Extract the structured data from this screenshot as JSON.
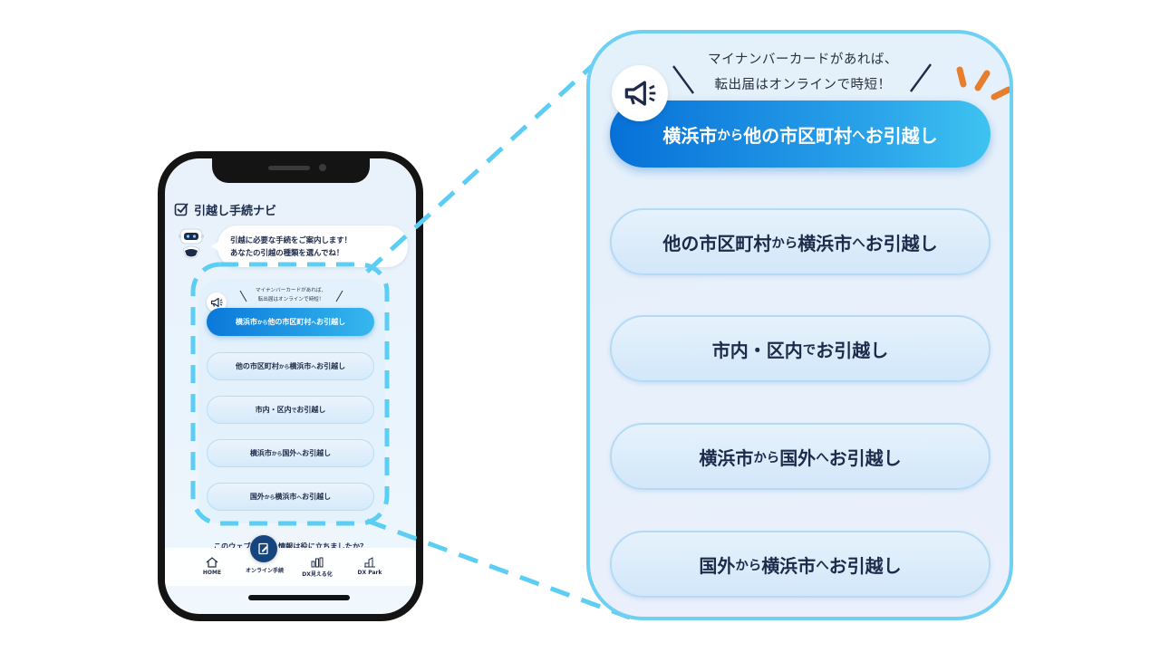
{
  "app": {
    "title": "引越し手続ナビ",
    "guide_line1": "引越に必要な手続をご案内します！",
    "guide_line2": "あなたの引越の種類を選んでね！"
  },
  "notice": {
    "line1": "マイナンバーカードがあれば、",
    "line2": "転出届はオンラインで時短！"
  },
  "options": [
    {
      "part1": "横浜市",
      "small1": "から",
      "part2": "他の市区町村",
      "small2": "へ",
      "part3": "お引越し",
      "selected": true
    },
    {
      "part1": "他の市区町村",
      "small1": "から",
      "part2": "横浜市",
      "small2": "へ",
      "part3": "お引越し",
      "selected": false
    },
    {
      "part1": "市内・区内",
      "small1": "で",
      "part2": "",
      "small2": "",
      "part3": "お引越し",
      "selected": false
    },
    {
      "part1": "横浜市",
      "small1": "から",
      "part2": "国外",
      "small2": "へ",
      "part3": "お引越し",
      "selected": false
    },
    {
      "part1": "国外",
      "small1": "から",
      "part2": "横浜市",
      "small2": "へ",
      "part3": "お引越し",
      "selected": false
    }
  ],
  "feedback": "このウェブサ",
  "feedback_rest": "情報は役に立ちましたか？",
  "tabbar": {
    "home": "HOME",
    "online": "オンライン手続",
    "dx_visual": "DX見える化",
    "dx_park": "DX Park"
  },
  "colors": {
    "primary": "#0a78d9",
    "accent_border": "#6fd0f4",
    "dashed": "#5ccdf3",
    "sparkle": "#e67e2e"
  }
}
